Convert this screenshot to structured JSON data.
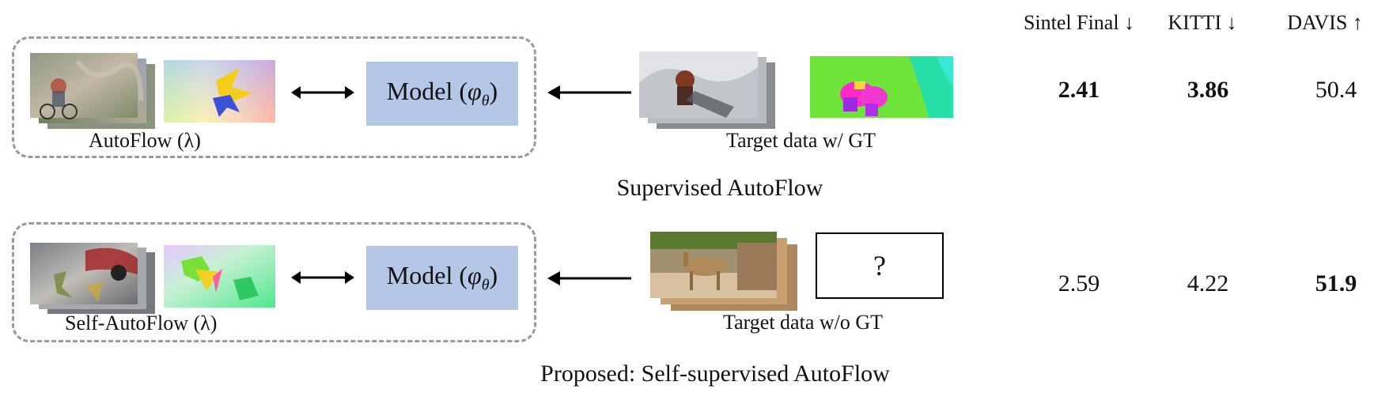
{
  "rows": [
    {
      "source_label": "AutoFlow (λ)",
      "model_label": "Model (φθ)",
      "model_name": "Model (",
      "model_phi": "φ",
      "model_theta": "θ",
      "model_close": ")",
      "target_label": "Target data w/ GT",
      "caption": "Supervised AutoFlow",
      "target_gt": "flow-image",
      "scores": {
        "sintel": "2.41",
        "kitti": "3.86",
        "davis": "50.4"
      },
      "bold": {
        "sintel": true,
        "kitti": true,
        "davis": false
      }
    },
    {
      "source_label": "Self-AutoFlow (λ)",
      "model_label": "Model (φθ)",
      "model_name": "Model (",
      "model_phi": "φ",
      "model_theta": "θ",
      "model_close": ")",
      "target_label": "Target data w/o GT",
      "caption": "Proposed: Self-supervised AutoFlow",
      "target_gt": "?",
      "scores": {
        "sintel": "2.59",
        "kitti": "4.22",
        "davis": "51.9"
      },
      "bold": {
        "sintel": false,
        "kitti": false,
        "davis": true
      }
    }
  ],
  "headers": {
    "sintel": "Sintel Final ↓",
    "kitti": "KITTI ↓",
    "davis": "DAVIS ↑"
  },
  "colors": {
    "model_fill": "#b4c7e7",
    "dash_border": "#9a9a9a"
  }
}
